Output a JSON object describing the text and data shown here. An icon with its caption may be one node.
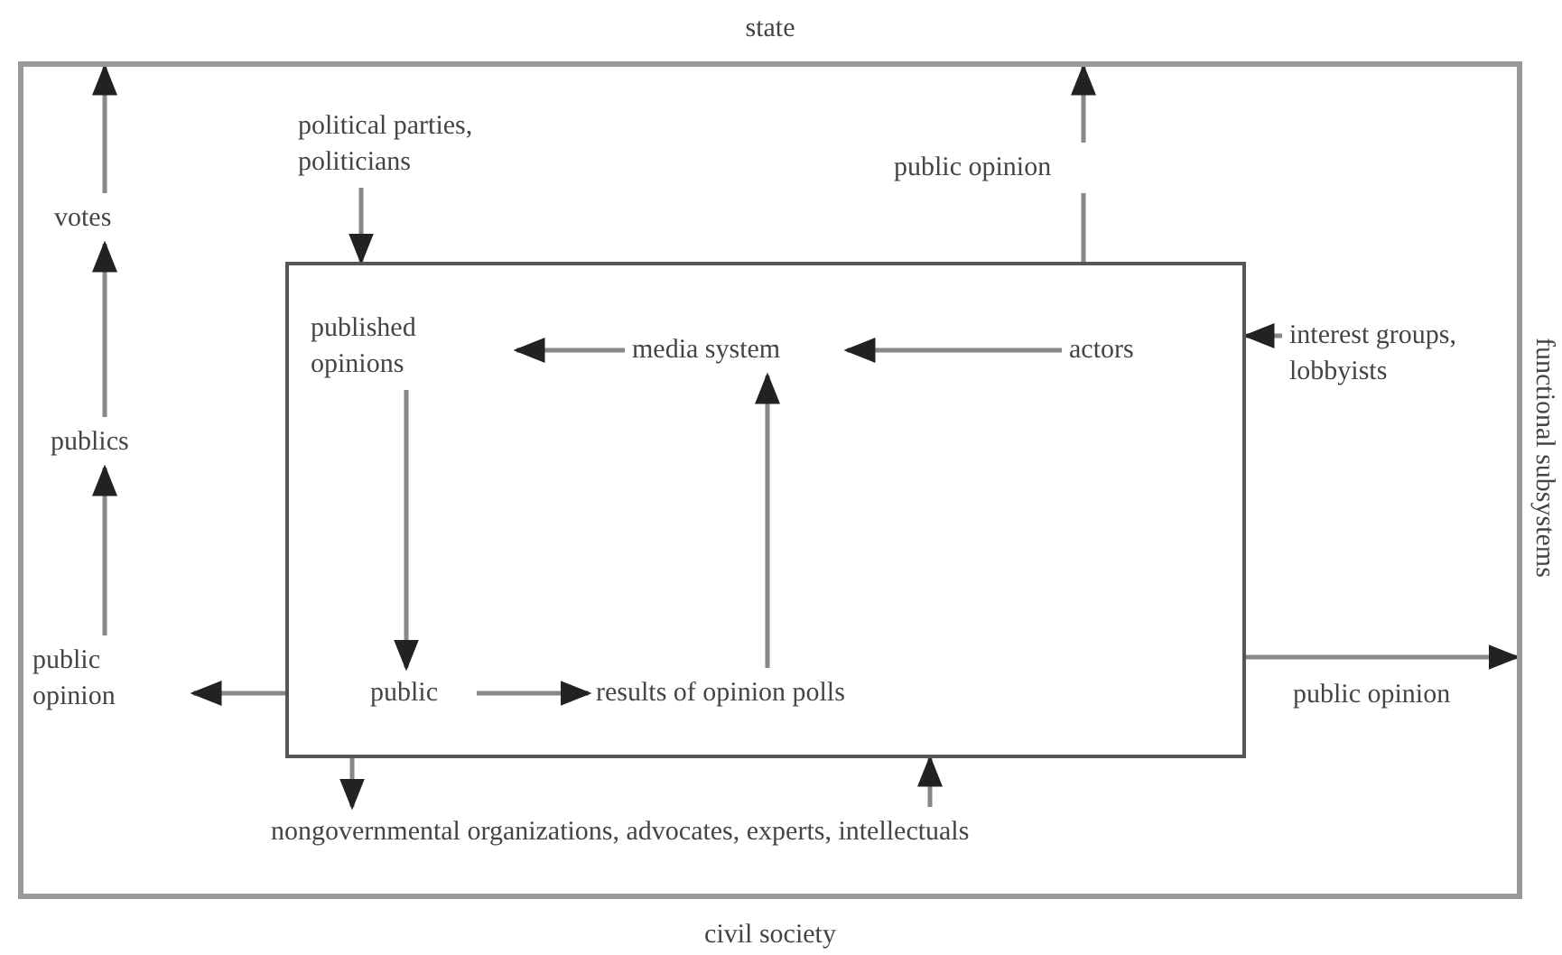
{
  "diagram": {
    "nodes": [
      {
        "text": [
          "state",
          "civil society",
          "functional subsystems"
        ]
      },
      {
        "text": [],
        "shape": "box",
        "in": 0
      },
      {
        "text": [
          "published opinions"
        ],
        "in": 1
      },
      {
        "text": [
          "media system"
        ],
        "in": 1
      },
      {
        "text": [
          "actors"
        ],
        "in": 1
      },
      {
        "text": [
          "public"
        ],
        "in": 1
      },
      {
        "text": [
          "results of opinion polls"
        ],
        "in": 1
      },
      {
        "text": [
          "votes"
        ],
        "in": 0
      },
      {
        "text": [
          "publics"
        ],
        "in": 0
      },
      {
        "text": [
          "public opinion"
        ],
        "in": 0
      },
      {
        "text": [
          "political parties, politicians"
        ],
        "in": 0
      },
      {
        "text": [
          "public opinion"
        ],
        "in": 0
      },
      {
        "text": [
          "interest groups, lobbyists"
        ],
        "in": 0
      },
      {
        "text": [
          "nongovernmental organizations, advocates, experts, intellectuals"
        ],
        "in": 0
      }
    ],
    "edges": [
      {
        "from": 4,
        "to": 3,
        "arrow": "to"
      },
      {
        "from": 3,
        "to": 2,
        "arrow": "to"
      },
      {
        "from": 2,
        "to": 5,
        "arrow": "to"
      },
      {
        "from": 5,
        "to": 6,
        "arrow": "to"
      },
      {
        "from": 6,
        "to": 3,
        "arrow": "to"
      },
      {
        "from": 1,
        "to": 9,
        "arrow": "to"
      },
      {
        "from": 9,
        "to": 8,
        "arrow": "to"
      },
      {
        "from": 8,
        "to": 7,
        "arrow": "to"
      },
      {
        "from": 7,
        "to": 0,
        "arrow": "to"
      },
      {
        "from": 10,
        "to": 1,
        "arrow": "to"
      },
      {
        "from": 1,
        "to": 11,
        "arrow": "none"
      },
      {
        "from": 11,
        "to": 0,
        "arrow": "to"
      },
      {
        "from": 12,
        "to": 1,
        "arrow": "to"
      },
      {
        "from": 1,
        "to": 0,
        "arrow": "to",
        "label": "public opinion"
      },
      {
        "from": 1,
        "to": 13,
        "arrow": "to"
      },
      {
        "from": 13,
        "to": 1,
        "arrow": "to"
      }
    ]
  }
}
